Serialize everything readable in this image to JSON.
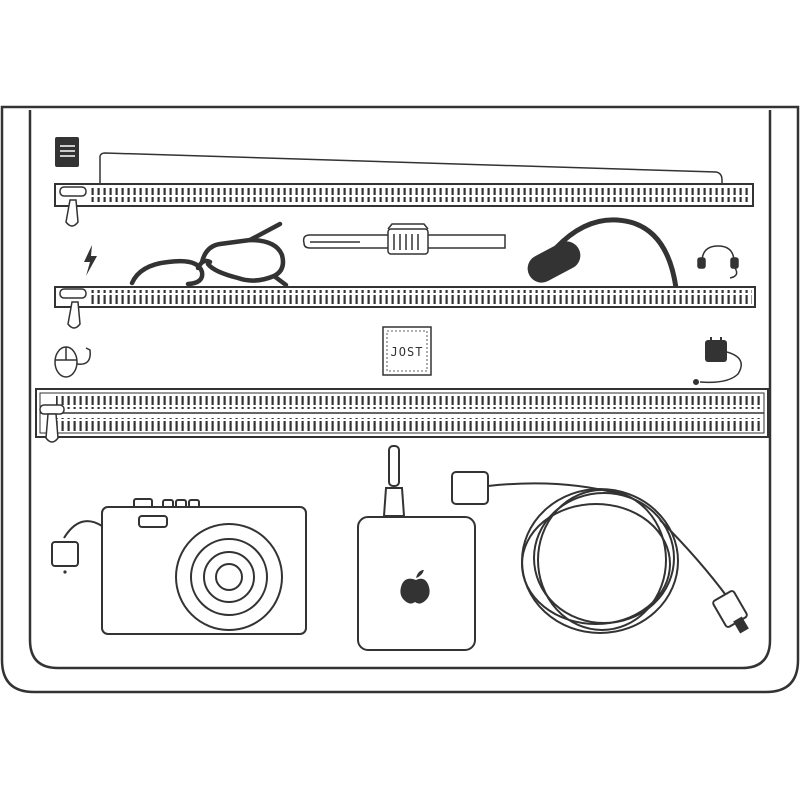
{
  "diagram": {
    "label_text": "JOST",
    "colors": {
      "stroke": "#333333",
      "background": "#ffffff",
      "fill_dark": "#333333"
    },
    "pockets": [
      {
        "name": "upper-pocket",
        "zipper": "single"
      },
      {
        "name": "middle-pocket",
        "zipper": "single"
      },
      {
        "name": "main-compartment",
        "zipper": "double"
      }
    ],
    "icons": [
      "notebook-icon",
      "lightning-icon",
      "headphones-icon",
      "mouse-icon",
      "power-adapter-icon",
      "apple-logo-icon"
    ],
    "items": [
      "document-sleeve",
      "glasses",
      "pen",
      "headset",
      "camera",
      "power-adapter",
      "usb-cable"
    ]
  }
}
